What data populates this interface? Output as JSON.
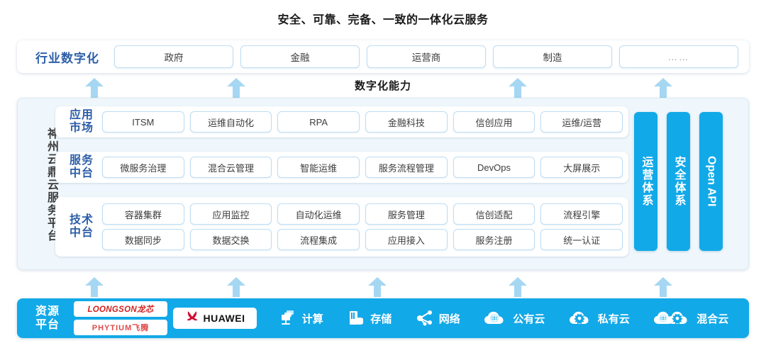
{
  "title": "安全、可靠、完备、一致的一体化云服务",
  "industry": {
    "label": "行业数字化",
    "items": [
      "政府",
      "金融",
      "运营商",
      "制造",
      "……"
    ]
  },
  "capability_label": "数字化能力",
  "platform": {
    "vertical_label": "神州云鼎云服务平台",
    "bands": [
      {
        "label": "应用\n市场",
        "rows": [
          [
            "ITSM",
            "运维自动化",
            "RPA",
            "金融科技",
            "信创应用",
            "运维/运营"
          ]
        ]
      },
      {
        "label": "服务\n中台",
        "rows": [
          [
            "微服务治理",
            "混合云管理",
            "智能运维",
            "服务流程管理",
            "DevOps",
            "大屏展示"
          ]
        ]
      },
      {
        "label": "技术\n中台",
        "rows": [
          [
            "容器集群",
            "应用监控",
            "自动化运维",
            "服务管理",
            "信创适配",
            "流程引擎"
          ],
          [
            "数据同步",
            "数据交换",
            "流程集成",
            "应用接入",
            "服务注册",
            "统一认证"
          ]
        ]
      }
    ],
    "side_bars": [
      "运营体系",
      "安全体系",
      "Open API"
    ]
  },
  "resource": {
    "label": "资源\n平台",
    "logos": [
      "LOONGSON龙芯",
      "PHYTIUM飞腾"
    ],
    "partner": "HUAWEI",
    "items": [
      {
        "icon": "servers-icon",
        "label": "计算"
      },
      {
        "icon": "storage-icon",
        "label": "存储"
      },
      {
        "icon": "network-icon",
        "label": "网络"
      },
      {
        "icon": "public-cloud-icon",
        "label": "公有云"
      },
      {
        "icon": "private-cloud-icon",
        "label": "私有云"
      },
      {
        "icon": "hybrid-cloud-icon",
        "label": "混合云"
      }
    ]
  },
  "colors": {
    "brand_blue": "#12a9e8",
    "arrow_blue": "#a6d7f2",
    "label_blue": "#2d5fa8",
    "panel_bg": "#eff7fc",
    "pill_border": "#bfddf3",
    "logo_red": "#d22020"
  },
  "arrows": {
    "upper_count": 4,
    "lower_count": 5
  }
}
